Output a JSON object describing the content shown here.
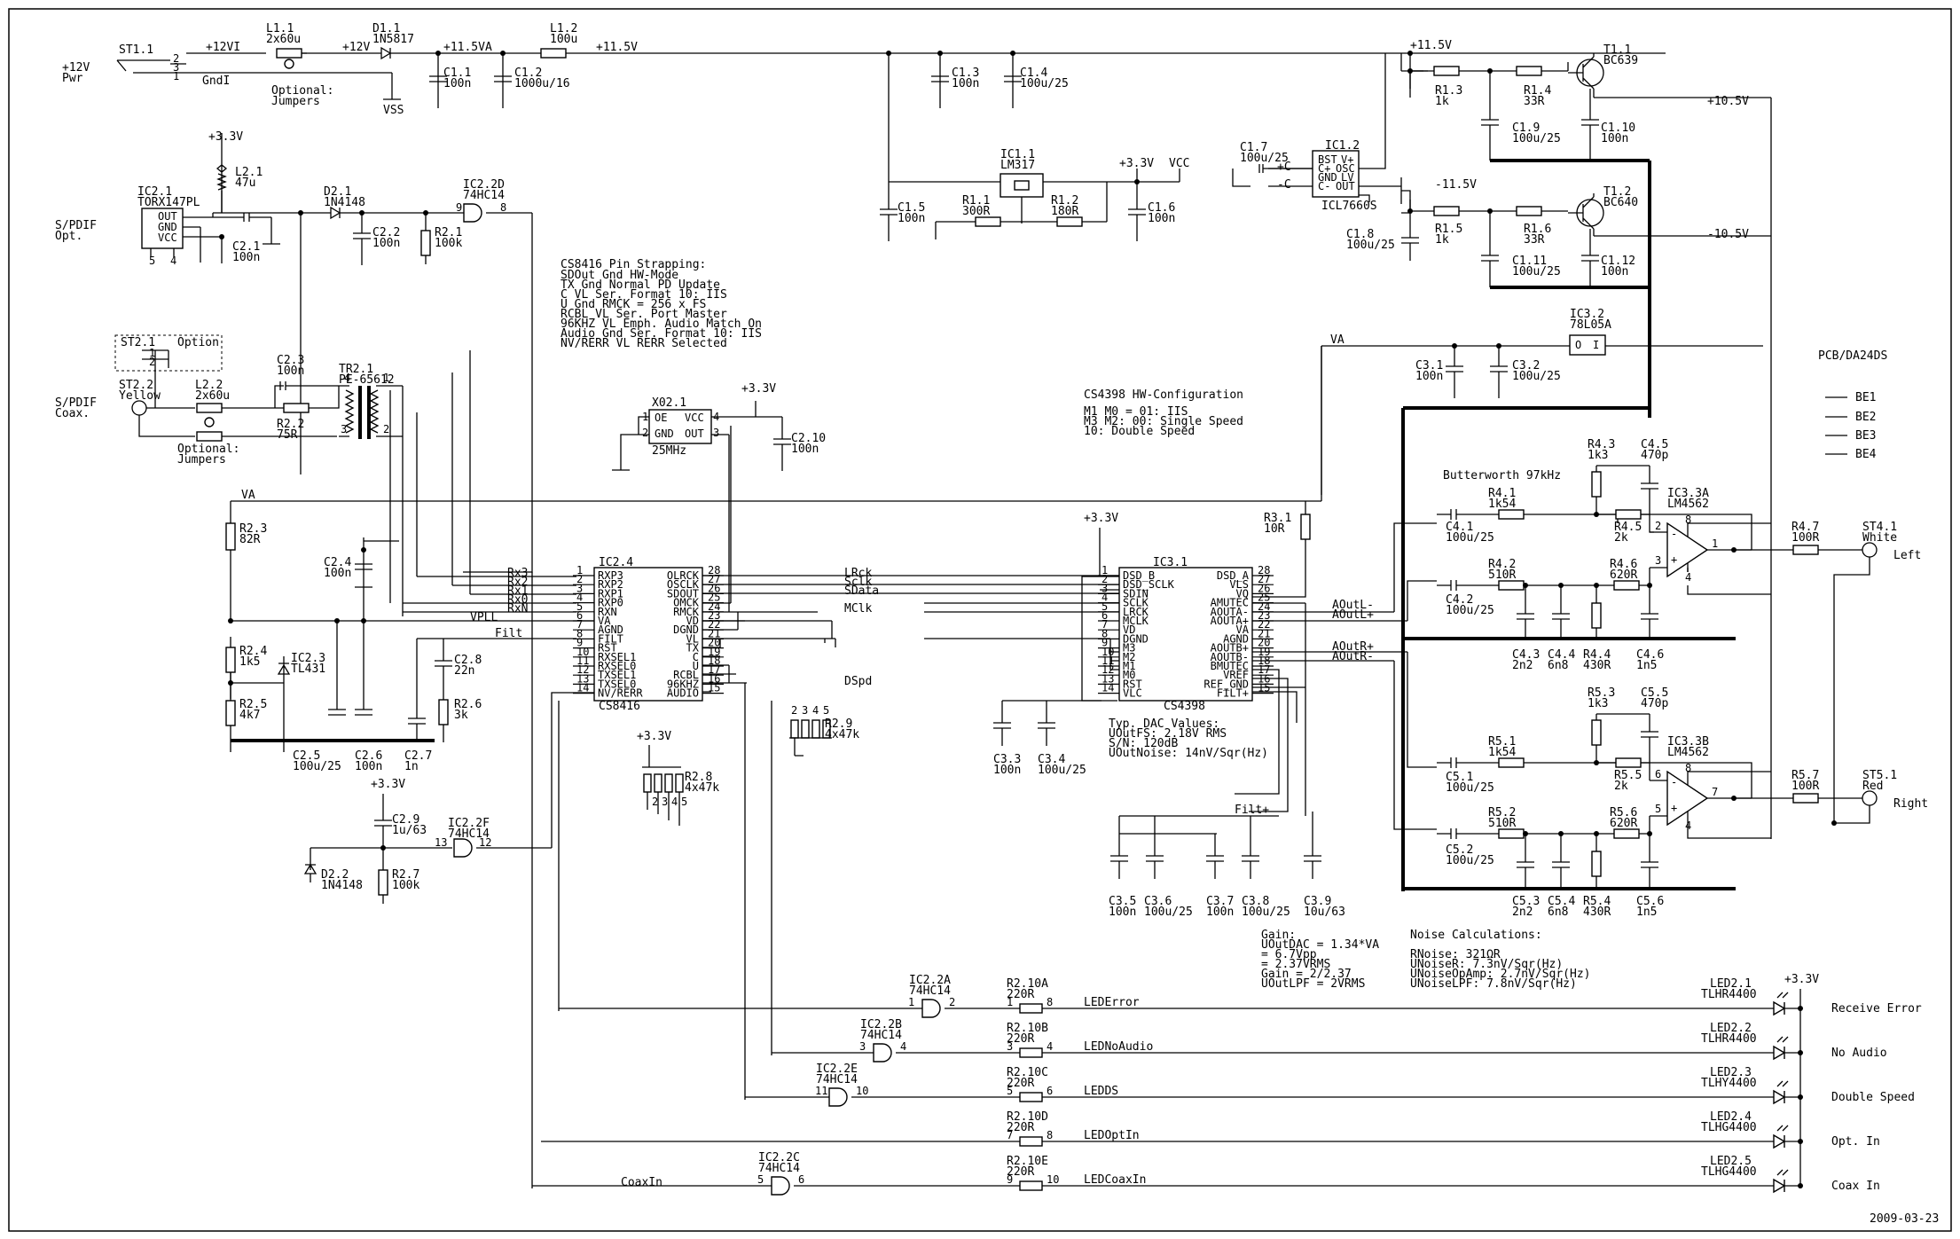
{
  "date": "2009-03-23",
  "power": {
    "in_label": "+12V",
    "in_label2": "Pwr",
    "st11": "ST1.1",
    "rail_12vi": "+12VI",
    "gndi": "GndI",
    "l11": "L1.1",
    "l11v": "2x60u",
    "opt_jumpers": "Optional:",
    "opt_jumpers2": "Jumpers",
    "vss": "VSS",
    "rail_12v": "+12V",
    "d11": "D1.1",
    "d11v": "1N5817",
    "rail_115va": "+11.5VA",
    "l12": "L1.2",
    "l12v": "100u",
    "rail_115v": "+11.5V",
    "c11": "C1.1",
    "c11v": "100n",
    "c12": "C1.2",
    "c12v": "1000u/16",
    "c13": "C1.3",
    "c13v": "100n",
    "c14": "C1.4",
    "c14v": "100u/25",
    "ic11": "IC1.1",
    "ic11v": "LM317",
    "r11": "R1.1",
    "r11v": "300R",
    "r12": "R1.2",
    "r12v": "180R",
    "c15": "C1.5",
    "c15v": "100n",
    "c16": "C1.6",
    "c16v": "100n",
    "v33": "+3.3V",
    "vcc": "VCC",
    "c17": "C1.7",
    "c17v": "100u/25",
    "cplus": "+C",
    "cminus": "-C",
    "ic12": "IC1.2",
    "ic12v": "ICL7660S",
    "c18": "C1.8",
    "c18v": "100u/25",
    "rail_p115v": "+11.5V",
    "rail_m115v": "-11.5V",
    "r13": "R1.3",
    "r13v": "1k",
    "r14": "R1.4",
    "r14v": "33R",
    "r15": "R1.5",
    "r15v": "1k",
    "r16": "R1.6",
    "r16v": "33R",
    "c19": "C1.9",
    "c19v": "100u/25",
    "c110": "C1.10",
    "c110v": "100n",
    "c111": "C1.11",
    "c111v": "100u/25",
    "c112": "C1.12",
    "c112v": "100n",
    "t11": "T1.1",
    "t11v": "BC639",
    "t12": "T1.2",
    "t12v": "BC640",
    "rail_p105": "+10.5V",
    "rail_m105": "-10.5V",
    "ic32": "IC3.2",
    "ic32v": "78L05A",
    "va": "VA",
    "c31": "C3.1",
    "c31v": "100n",
    "c32": "C3.2",
    "c32v": "100u/25",
    "pcb": "PCB/DA24DS",
    "be": [
      "BE1",
      "BE2",
      "BE3",
      "BE4"
    ]
  },
  "spdif": {
    "opt_label": "S/PDIF",
    "opt_label2": "Opt.",
    "coax_label": "S/PDIF",
    "coax_label2": "Coax.",
    "ic21": "IC2.1",
    "ic21v": "TORX147PL",
    "pins": [
      "OUT",
      "GND",
      "VCC"
    ],
    "l21": "L2.1",
    "l21v": "47u",
    "c21": "C2.1",
    "c21v": "100n",
    "d21": "D2.1",
    "d21v": "1N4148",
    "c22": "C2.2",
    "c22v": "100n",
    "r21": "R2.1",
    "r21v": "100k",
    "ic22d": "IC2.2D",
    "ic22dv": "74HC14",
    "st21": "ST2.1",
    "option": "Option",
    "st22": "ST2.2",
    "st22v": "Yellow",
    "l22": "L2.2",
    "l22v": "2x60u",
    "c23": "C2.3",
    "c23v": "100n",
    "r22": "R2.2",
    "r22v": "75R",
    "tr21": "TR2.1",
    "tr21v": "PE-65612",
    "r23": "R2.3",
    "r23v": "82R",
    "c24": "C2.4",
    "c24v": "100n",
    "r24": "R2.4",
    "r24v": "1k5",
    "ic23": "IC2.3",
    "ic23v": "TL431",
    "r25": "R2.5",
    "r25v": "4k7",
    "c25": "C2.5",
    "c25v": "100u/25",
    "c26": "C2.6",
    "c26v": "100n",
    "c27": "C2.7",
    "c27v": "1n",
    "c28": "C2.8",
    "c28v": "22n",
    "r26": "R2.6",
    "r26v": "3k",
    "c29": "C2.9",
    "c29v": "1u/63",
    "ic22f": "IC2.2F",
    "ic22fv": "74HC14",
    "d22": "D2.2",
    "d22v": "1N4148",
    "r27": "R2.7",
    "r27v": "100k",
    "vpll": "VPLL",
    "filt": "Filt"
  },
  "receiver": {
    "name": "IC2.4",
    "part": "CS8416",
    "left": [
      "RXP3",
      "RXP2",
      "RXP1",
      "RXP0",
      "RXN",
      "VA",
      "AGND",
      "FILT",
      "RST",
      "RXSEL1",
      "RXSEL0",
      "TXSEL1",
      "TXSEL0",
      "NV/RERR"
    ],
    "right": [
      "OLRCK",
      "OSCLK",
      "SDOUT",
      "OMCK",
      "RMCK",
      "VD",
      "DGND",
      "VL",
      "TX",
      "C",
      "U",
      "RCBL",
      "96KHZ",
      "AUDIO"
    ],
    "lpins": [
      "1",
      "2",
      "3",
      "4",
      "5",
      "6",
      "7",
      "8",
      "9",
      "10",
      "11",
      "12",
      "13",
      "14"
    ],
    "rpins": [
      "28",
      "27",
      "26",
      "25",
      "24",
      "23",
      "22",
      "21",
      "20",
      "19",
      "18",
      "17",
      "16",
      "15"
    ],
    "nets": [
      "Rx3",
      "Rx2",
      "Rx1",
      "Rx0",
      "RxN"
    ],
    "x021": "X02.1",
    "osc_pins": [
      "OE",
      "VCC",
      "GND",
      "OUT"
    ],
    "osc_freq": "25MHz",
    "c210": "C2.10",
    "c210v": "100n",
    "r28": "R2.8",
    "r28v": "4x47k",
    "r29": "R2.9",
    "r29v": "4x47k",
    "sig": [
      "LRck",
      "Sclk",
      "SData",
      "MClk",
      "DSpd"
    ]
  },
  "strapping": {
    "title": "CS8416 Pin Strapping:",
    "lines": [
      "SDOut  Gnd HW-Mode",
      "TX     Gnd Normal PD Update",
      "C      VL  Ser. Format 10: IIS",
      "U      Gnd RMCK = 256 x FS",
      "RCBL   VL  Ser. Port Master",
      "96KHZ  VL  Emph. Audio Match On",
      "Audio  Gnd Ser. Format 10: IIS",
      "NV/RERR VL  RERR Selected"
    ]
  },
  "hwconf": {
    "title": "CS4398 HW-Configuration",
    "lines": [
      "M1 M0 = 01: IIS",
      "M3 M2:   00: Single Speed",
      "         10: Double Speed"
    ]
  },
  "dac": {
    "name": "IC3.1",
    "part": "CS4398",
    "left": [
      "DSD_B",
      "DSD_SCLK",
      "SDIN",
      "SCLK",
      "LRCK",
      "MCLK",
      "VD",
      "DGND",
      "M3",
      "M2",
      "M1",
      "M0",
      "RST",
      "VLC"
    ],
    "right": [
      "DSD_A",
      "VLS",
      "VQ",
      "AMUTEC",
      "AOUTA-",
      "AOUTA+",
      "VA",
      "AGND",
      "AOUTB+",
      "AOUTB-",
      "BMUTEC",
      "VREF",
      "REF_GND",
      "FILT+"
    ],
    "lpins": [
      "1",
      "2",
      "3",
      "4",
      "5",
      "6",
      "7",
      "8",
      "9",
      "10",
      "11",
      "12",
      "13",
      "14"
    ],
    "rpins": [
      "28",
      "27",
      "26",
      "25",
      "24",
      "23",
      "22",
      "21",
      "20",
      "19",
      "18",
      "17",
      "16",
      "15"
    ],
    "r31": "R3.1",
    "r31v": "10R",
    "c33": "C3.3",
    "c33v": "100n",
    "c34": "C3.4",
    "c34v": "100u/25",
    "c35": "C3.5",
    "c35v": "100n",
    "c36": "C3.6",
    "c36v": "100u/25",
    "c37": "C3.7",
    "c37v": "100n",
    "c38": "C3.8",
    "c38v": "100u/25",
    "c39": "C3.9",
    "c39v": "10u/63",
    "filtp": "Filt+",
    "aout": [
      "AOutL-",
      "AOutL+",
      "AOutR+",
      "AOutR-"
    ],
    "values_title": "Typ. DAC Values:",
    "values": [
      "UOutFS:    2.18V RMS",
      "S/N:       120dB",
      "UOutNoise: 14nV/Sqr(Hz)"
    ]
  },
  "filter": {
    "title": "Butterworth 97kHz",
    "l": {
      "r43": "R4.3",
      "r43v": "1k3",
      "c45": "C4.5",
      "c45v": "470p",
      "c41": "C4.1",
      "c41v": "100u/25",
      "r41": "R4.1",
      "r41v": "1k54",
      "r45": "R4.5",
      "r45v": "2k",
      "ic3a": "IC3.3A",
      "ic3av": "LM4562",
      "c42": "C4.2",
      "c42v": "100u/25",
      "r42": "R4.2",
      "r42v": "510R",
      "r46": "R4.6",
      "r46v": "620R",
      "r47": "R4.7",
      "r47v": "100R",
      "st41": "ST4.1",
      "st41v": "White",
      "side": "Left",
      "c43": "C4.3",
      "c43v": "2n2",
      "c44": "C4.4",
      "c44v": "6n8",
      "r44": "R4.4",
      "r44v": "430R",
      "c46": "C4.6",
      "c46v": "1n5"
    },
    "r": {
      "r53": "R5.3",
      "r53v": "1k3",
      "c55": "C5.5",
      "c55v": "470p",
      "c51": "C5.1",
      "c51v": "100u/25",
      "r51": "R5.1",
      "r51v": "1k54",
      "r55": "R5.5",
      "r55v": "2k",
      "ic3b": "IC3.3B",
      "ic3bv": "LM4562",
      "c52": "C5.2",
      "c52v": "100u/25",
      "r52": "R5.2",
      "r52v": "510R",
      "r56": "R5.6",
      "r56v": "620R",
      "r57": "R5.7",
      "r57v": "100R",
      "st51": "ST5.1",
      "st51v": "Red",
      "side": "Right",
      "c53": "C5.3",
      "c53v": "2n2",
      "c54": "C5.4",
      "c54v": "6n8",
      "r54": "R5.4",
      "r54v": "430R",
      "c56": "C5.6",
      "c56v": "1n5"
    }
  },
  "gain": {
    "lines": [
      "Gain:",
      "UOutDAC = 1.34*VA",
      "        = 6.7Vpp",
      "        = 2.37VRMS",
      "Gain    = 2/2.37",
      "UOutLPF = 2VRMS"
    ]
  },
  "noise": {
    "lines": [
      "Noise Calculations:",
      "",
      "RNoise:        321ΩR",
      "UNoiseR:       7.3nV/Sqr(Hz)",
      "UNoiseOpAmp:   2.7nV/Sqr(Hz)",
      "UNoiseLPF:     7.8nV/Sqr(Hz)"
    ]
  },
  "leds": [
    {
      "gate": "IC2.2A",
      "gatev": "74HC14",
      "in": "1",
      "out": "2",
      "res": "R2.10A",
      "resv": "220R",
      "rp1": "1",
      "rp2": "8",
      "net": "LEDError",
      "led": "LED2.1",
      "ledv": "TLHR4400",
      "label": "Receive Error"
    },
    {
      "gate": "IC2.2B",
      "gatev": "74HC14",
      "in": "3",
      "out": "4",
      "res": "R2.10B",
      "resv": "220R",
      "rp1": "3",
      "rp2": "4",
      "net": "LEDNoAudio",
      "led": "LED2.2",
      "ledv": "TLHR4400",
      "label": "No Audio"
    },
    {
      "gate": "IC2.2E",
      "gatev": "74HC14",
      "in": "11",
      "out": "10",
      "res": "R2.10C",
      "resv": "220R",
      "rp1": "5",
      "rp2": "6",
      "net": "LEDDS",
      "led": "LED2.3",
      "ledv": "TLHY4400",
      "label": "Double Speed"
    },
    {
      "gate": "",
      "gatev": "",
      "in": "",
      "out": "",
      "res": "R2.10D",
      "resv": "220R",
      "rp1": "7",
      "rp2": "8",
      "net": "LEDOptIn",
      "led": "LED2.4",
      "ledv": "TLHG4400",
      "label": "Opt. In"
    },
    {
      "gate": "IC2.2C",
      "gatev": "74HC14",
      "in": "5",
      "out": "6",
      "res": "R2.10E",
      "resv": "220R",
      "rp1": "9",
      "rp2": "10",
      "net": "LEDCoaxIn",
      "led": "LED2.5",
      "ledv": "TLHG4400",
      "label": "Coax In"
    }
  ],
  "led_vcc": "+3.3V",
  "coaxin": "CoaxIn"
}
